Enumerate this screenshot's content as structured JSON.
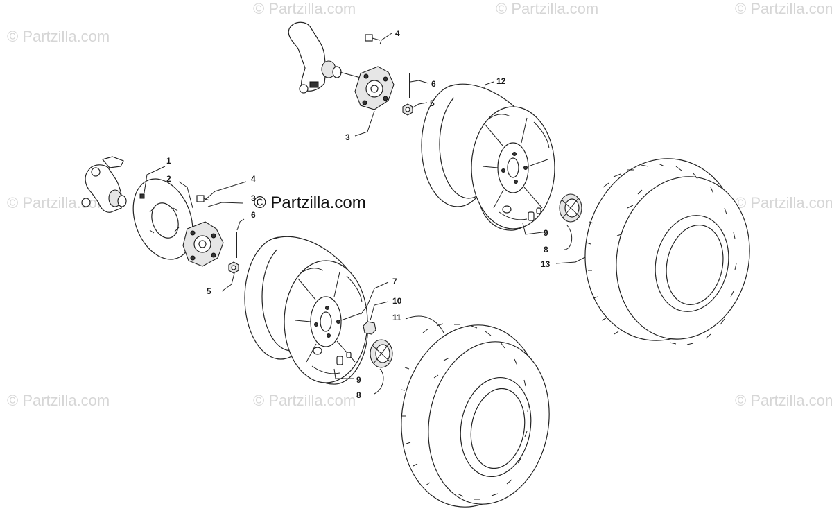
{
  "watermark": {
    "text": "© Partzilla.com",
    "center_text": "© Partzilla.com"
  },
  "callouts": {
    "c1": "1",
    "c2": "2",
    "c3_top": "3",
    "c3_mid": "3",
    "c4_top": "4",
    "c4_left": "4",
    "c5_top": "5",
    "c5_left": "5",
    "c6_top": "6",
    "c6_left": "6",
    "c7": "7",
    "c8_right": "8",
    "c8_left": "8",
    "c9_right": "9",
    "c9_left": "9",
    "c10": "10",
    "c11": "11",
    "c12": "12",
    "c13": "13"
  },
  "colors": {
    "line": "#222222",
    "watermark": "#d6d6d6",
    "tire_fill": "#ffffff",
    "rim_fill": "#ffffff"
  }
}
